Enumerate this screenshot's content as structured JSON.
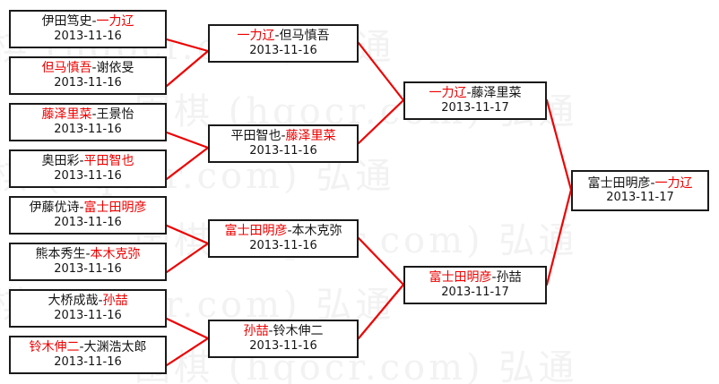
{
  "colors": {
    "winner": "#ee0000",
    "loser": "#141414",
    "box_border": "#1a1a1a",
    "connector": "#ee0000",
    "background": "#ffffff",
    "watermark": "#f2f2f2"
  },
  "watermark": {
    "lines": [
      "棋 (hqocr.com) 弘通",
      "围棋 (hqocr.com) 弘通",
      "棋 (hqocr.com) 弘通",
      "围棋 (hqocr.com) 弘通",
      "棋 (hqocr.com) 弘通",
      "围棋 (hqocr.com) 弘通"
    ]
  },
  "bracket": {
    "round1": [
      {
        "left": "伊田笃史",
        "right": "一力辽",
        "winner": "right",
        "date": "2013-11-16"
      },
      {
        "left": "但马慎吾",
        "right": "谢依旻",
        "winner": "left",
        "date": "2013-11-16"
      },
      {
        "left": "藤泽里菜",
        "right": "王景怡",
        "winner": "left",
        "date": "2013-11-16"
      },
      {
        "left": "奥田彩",
        "right": "平田智也",
        "winner": "right",
        "date": "2013-11-16"
      },
      {
        "left": "伊藤优诗",
        "right": "富士田明彦",
        "winner": "right",
        "date": "2013-11-16"
      },
      {
        "left": "熊本秀生",
        "right": "本木克弥",
        "winner": "right",
        "date": "2013-11-16"
      },
      {
        "left": "大桥成哉",
        "right": "孙喆",
        "winner": "right",
        "date": "2013-11-16"
      },
      {
        "left": "铃木伸二",
        "right": "大渊浩太郎",
        "winner": "left",
        "date": "2013-11-16"
      }
    ],
    "round2": [
      {
        "left": "一力辽",
        "right": "但马慎吾",
        "winner": "left",
        "date": "2013-11-16"
      },
      {
        "left": "平田智也",
        "right": "藤泽里菜",
        "winner": "right",
        "date": "2013-11-16"
      },
      {
        "left": "富士田明彦",
        "right": "本木克弥",
        "winner": "left",
        "date": "2013-11-16"
      },
      {
        "left": "孙喆",
        "right": "铃木伸二",
        "winner": "left",
        "date": "2013-11-16"
      }
    ],
    "round3": [
      {
        "left": "一力辽",
        "right": "藤泽里菜",
        "winner": "left",
        "date": "2013-11-17"
      },
      {
        "left": "富士田明彦",
        "right": "孙喆",
        "winner": "left",
        "date": "2013-11-17"
      }
    ],
    "round4": [
      {
        "left": "富士田明彦",
        "right": "一力辽",
        "winner": "right",
        "date": "2013-11-17"
      }
    ]
  }
}
